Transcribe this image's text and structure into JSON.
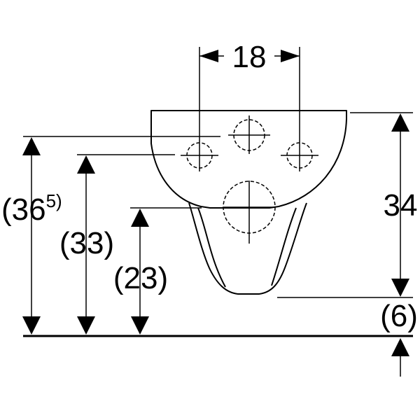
{
  "diagram": {
    "dimensions": {
      "bolt_spacing": "18",
      "total_height_prefix": "(36",
      "total_height_sup": "5)",
      "rim_height": "(33)",
      "outlet_height": "(23)",
      "bowl_depth": "34",
      "floor_offset": "(6)"
    },
    "colors": {
      "line": "#000000",
      "background": "#ffffff"
    }
  }
}
